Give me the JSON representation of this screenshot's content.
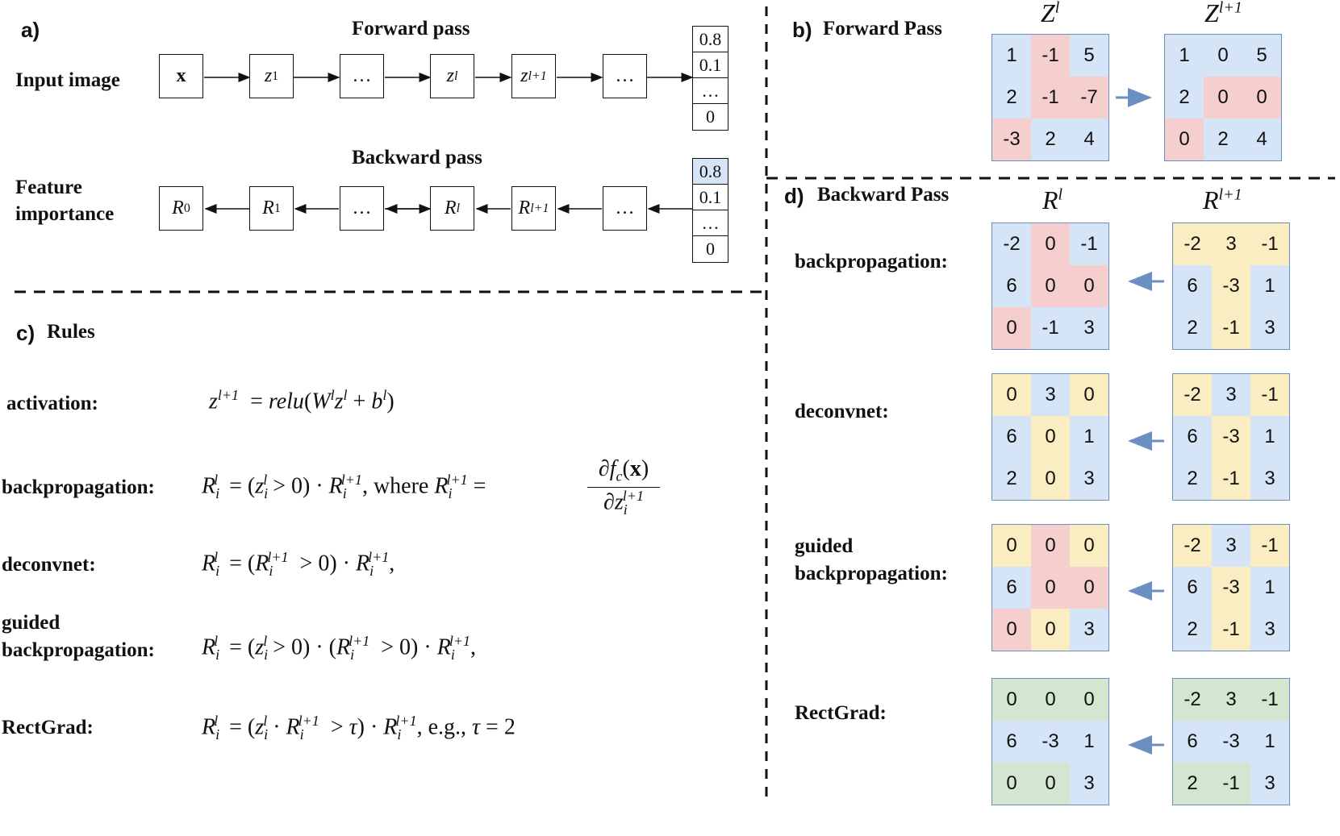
{
  "panel_a": {
    "label": "a)",
    "forward_title": "Forward pass",
    "backward_title": "Backward pass",
    "input_label": "Input image",
    "feature_label_1": "Feature",
    "feature_label_2": "importance",
    "forward_nodes": [
      "x",
      "z",
      "…",
      "z",
      "z",
      "…"
    ],
    "forward_sups": [
      "",
      "1",
      "",
      "l",
      "l+1",
      ""
    ],
    "backward_nodes": [
      "R",
      "R",
      "…",
      "R",
      "R",
      "…"
    ],
    "backward_sups": [
      "0",
      "1",
      "",
      "l",
      "l+1",
      ""
    ],
    "output_vector": [
      "0.8",
      "0.1",
      "…",
      "0"
    ]
  },
  "panel_b": {
    "label": "b)",
    "title": "Forward Pass",
    "left_head": "Z",
    "left_sup": "l",
    "right_head": "Z",
    "right_sup": "l+1",
    "left": [
      "1",
      "-1",
      "5",
      "2",
      "-1",
      "-7",
      "-3",
      "2",
      "4"
    ],
    "right": [
      "1",
      "0",
      "5",
      "2",
      "0",
      "0",
      "0",
      "2",
      "4"
    ]
  },
  "panel_c": {
    "label": "c)",
    "title": "Rules",
    "activation": "activation:",
    "backprop": "backpropagation:",
    "deconv": "deconvnet:",
    "guided_1": "guided",
    "guided_2": "backpropagation:",
    "rectgrad": "RectGrad:",
    "where": "where",
    "eg": "e.g.,",
    "tau_value": "2"
  },
  "panel_d": {
    "label": "d)",
    "title": "Backward Pass",
    "left_head": "R",
    "left_sup": "l",
    "right_head": "R",
    "right_sup": "l+1",
    "rows": [
      {
        "name": "backpropagation:",
        "left": [
          "-2",
          "0",
          "-1",
          "6",
          "0",
          "0",
          "0",
          "-1",
          "3"
        ],
        "right": [
          "-2",
          "3",
          "-1",
          "6",
          "-3",
          "1",
          "2",
          "-1",
          "3"
        ]
      },
      {
        "name": "deconvnet:",
        "left": [
          "0",
          "3",
          "0",
          "6",
          "0",
          "1",
          "2",
          "0",
          "3"
        ],
        "right": [
          "-2",
          "3",
          "-1",
          "6",
          "-3",
          "1",
          "2",
          "-1",
          "3"
        ]
      },
      {
        "name_1": "guided",
        "name_2": "backpropagation:",
        "left": [
          "0",
          "0",
          "0",
          "6",
          "0",
          "0",
          "0",
          "0",
          "3"
        ],
        "right": [
          "-2",
          "3",
          "-1",
          "6",
          "-3",
          "1",
          "2",
          "-1",
          "3"
        ]
      },
      {
        "name": "RectGrad:",
        "left": [
          "0",
          "0",
          "0",
          "6",
          "-3",
          "1",
          "0",
          "0",
          "3"
        ],
        "right": [
          "-2",
          "3",
          "-1",
          "6",
          "-3",
          "1",
          "2",
          "-1",
          "3"
        ]
      }
    ]
  },
  "colors": {
    "blue": "#d6e4f7",
    "red": "#f5cfcd",
    "yellow": "#fbedc2",
    "green": "#d3e6cf",
    "arrow": "#6a8fc0"
  }
}
